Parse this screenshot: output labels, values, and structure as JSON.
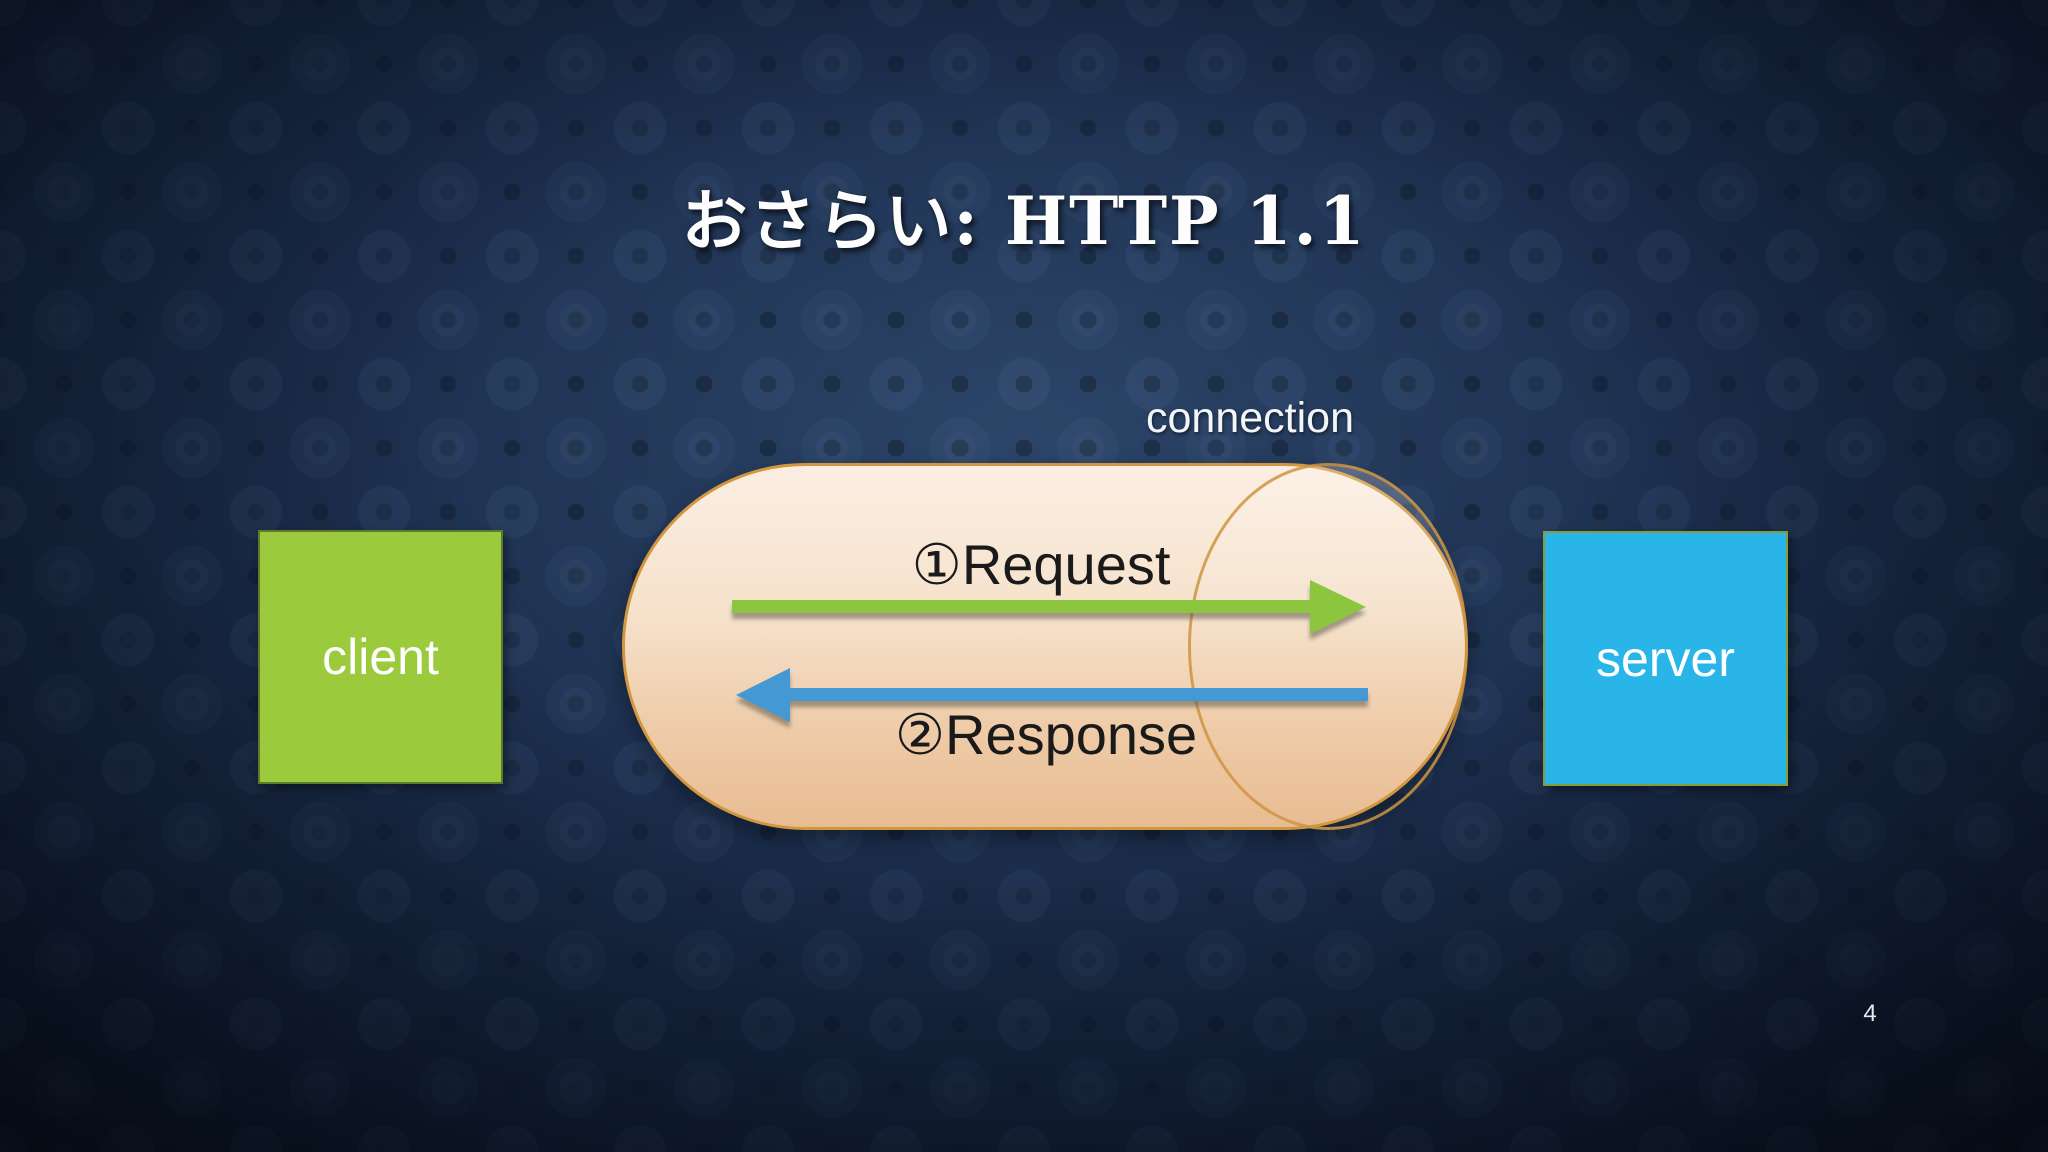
{
  "slide": {
    "title": "おさらい: HTTP 1.1",
    "page_number": "4"
  },
  "diagram": {
    "connection_label": "connection",
    "client": {
      "label": "client"
    },
    "server": {
      "label": "server"
    },
    "request": {
      "label": "①Request"
    },
    "response": {
      "label": "②Response"
    }
  },
  "colors": {
    "background_navy": "#1d3050",
    "background_dark_edge": "#0a1422",
    "title_color": "#fdfdfd",
    "connection_text": "#f3f6f9",
    "capsule_border": "#d2973e",
    "capsule_fill_top": "#fbeee2",
    "capsule_fill_bottom": "#e8bc92",
    "client_fill": "#9bca3c",
    "server_fill": "#29b5e8",
    "request_arrow_green": "#8cc63e",
    "response_arrow_blue": "#4499d4",
    "diagram_text_black": "#1a1a1a"
  }
}
